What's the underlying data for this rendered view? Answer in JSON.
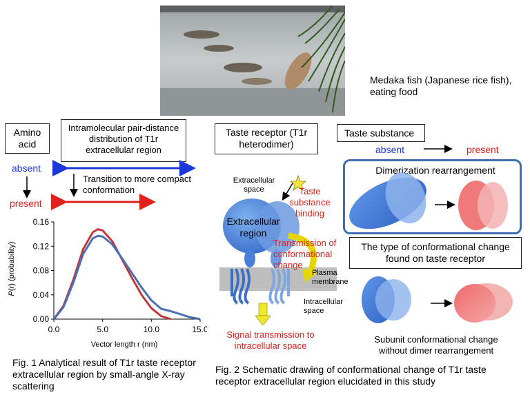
{
  "photo_caption": "Medaka fish (Japanese rice fish), eating food",
  "left": {
    "amino_acid": "Amino acid",
    "distribution_title": "Intramolecular pair-distance distribution of T1r extracellular region",
    "absent": "absent",
    "present": "present",
    "transition": "Transition to more compact conformation",
    "fig1_caption": "Fig. 1 Analytical result of T1r taste receptor extracellular region by small-angle X-ray scattering"
  },
  "middle": {
    "taste_receptor": "Taste receptor (T1r heterodimer)",
    "extracellular_space": "Extracellular space",
    "taste_binding": "Taste substance binding",
    "extracellular_region": "Extracellular region",
    "transmission": "Transmission of conformational change",
    "plasma_membrane": "Plasma membrane",
    "intracellular_space": "Intracellular space",
    "signal_transmission": "Signal transmission to intracellular space",
    "fig2_caption": "Fig. 2 Schematic drawing of conformational change of T1r taste receptor extracellular region elucidated in this study"
  },
  "right": {
    "taste_substance": "Taste substance",
    "absent": "absent",
    "present": "present",
    "dimerization": "Dimerization rearrangement",
    "type_change": "The type of conformational change found on taste receptor",
    "subunit_change": "Subunit conformational change without dimer rearrangement"
  },
  "colors": {
    "absent": "#1c36d9",
    "present": "#e0201b",
    "accent_box": "#3a6fb0"
  },
  "chart_data": {
    "type": "line",
    "xlabel": "Vector length r (nm)",
    "ylabel": "P(r)  (probability)",
    "xlim": [
      0,
      15
    ],
    "ylim": [
      0,
      0.16
    ],
    "xticks": [
      "0.0",
      "5.0",
      "10.0",
      "15.0"
    ],
    "yticks": [
      "0.00",
      "0.04",
      "0.08",
      "0.12",
      "0.16"
    ],
    "series": [
      {
        "color": "#c0393b",
        "x": [
          0,
          1,
          2,
          3,
          4,
          4.5,
          5,
          6,
          7,
          8,
          9,
          10,
          11,
          12
        ],
        "y": [
          0,
          0.022,
          0.065,
          0.115,
          0.143,
          0.148,
          0.146,
          0.128,
          0.098,
          0.068,
          0.04,
          0.018,
          0.005,
          0
        ]
      },
      {
        "color": "#4a6fb5",
        "x": [
          0,
          1,
          2,
          3,
          4,
          4.5,
          5,
          6,
          7,
          8,
          9,
          10,
          11,
          12,
          13,
          14,
          15
        ],
        "y": [
          0,
          0.02,
          0.06,
          0.107,
          0.133,
          0.137,
          0.136,
          0.123,
          0.1,
          0.076,
          0.052,
          0.031,
          0.017,
          0.013,
          0.008,
          0.003,
          0
        ]
      }
    ]
  }
}
